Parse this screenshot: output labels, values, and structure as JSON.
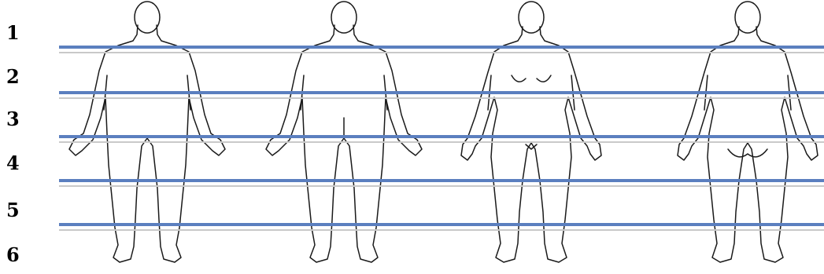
{
  "bands": {
    "labels": [
      "1",
      "2",
      "3",
      "4",
      "5",
      "6"
    ],
    "line_color": "#5b7fbf",
    "shadow_color": "#c9c9c9"
  },
  "figures": [
    {
      "id": "male-front",
      "icon": "male-body-front-icon"
    },
    {
      "id": "male-back",
      "icon": "male-body-back-icon"
    },
    {
      "id": "female-front",
      "icon": "female-body-front-icon"
    },
    {
      "id": "female-back",
      "icon": "female-body-back-icon"
    }
  ]
}
